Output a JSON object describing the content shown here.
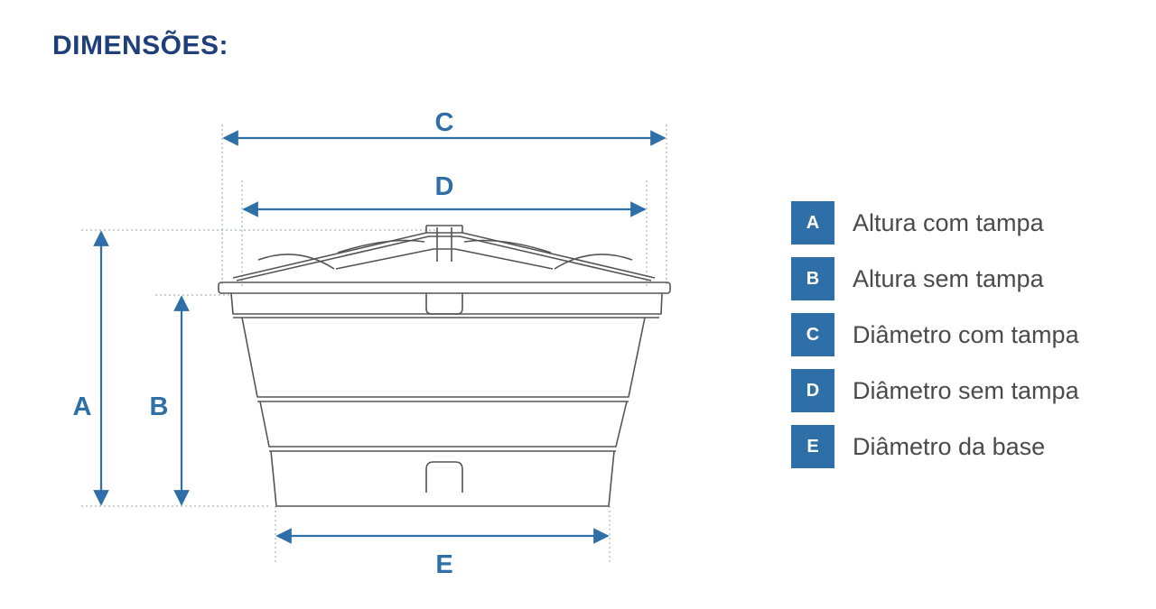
{
  "title": "DIMENSÕES:",
  "colors": {
    "title": "#1f3f7a",
    "accent": "#2f6fa8",
    "outline": "#555555",
    "legend_text": "#4a4a4a"
  },
  "diagram": {
    "labels": {
      "a": "A",
      "b": "B",
      "c": "C",
      "d": "D",
      "e": "E"
    }
  },
  "legend": {
    "items": [
      {
        "key": "A",
        "text": "Altura com tampa"
      },
      {
        "key": "B",
        "text": "Altura sem tampa"
      },
      {
        "key": "C",
        "text": "Diâmetro com tampa"
      },
      {
        "key": "D",
        "text": "Diâmetro sem tampa"
      },
      {
        "key": "E",
        "text": "Diâmetro da base"
      }
    ]
  }
}
